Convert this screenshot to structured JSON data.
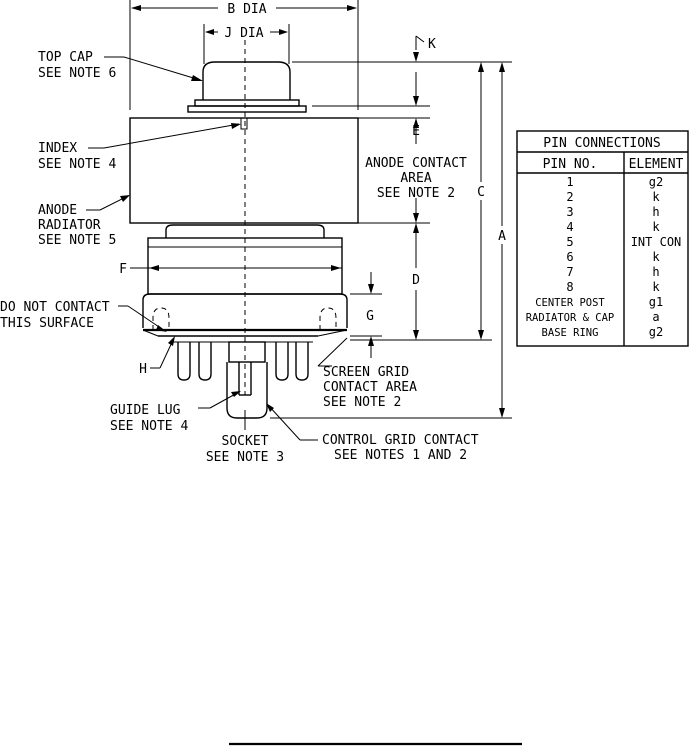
{
  "dimensions": {
    "b_dia": "B DIA",
    "j_dia": "J DIA",
    "k": "K",
    "e": "E",
    "c": "C",
    "a": "A",
    "d": "D",
    "f": "F",
    "g": "G",
    "h": "H"
  },
  "labels": {
    "top_cap": [
      "TOP CAP",
      "SEE NOTE 6"
    ],
    "index": [
      "INDEX",
      "SEE NOTE 4"
    ],
    "anode_radiator": [
      "ANODE",
      "RADIATOR",
      "SEE NOTE 5"
    ],
    "do_not_contact": [
      "DO NOT CONTACT",
      "THIS SURFACE"
    ],
    "anode_contact_area": [
      "ANODE CONTACT",
      "AREA",
      "SEE NOTE 2"
    ],
    "screen_grid": [
      "SCREEN GRID",
      "CONTACT AREA",
      "SEE NOTE 2"
    ],
    "guide_lug": [
      "GUIDE LUG",
      "SEE NOTE 4"
    ],
    "socket": [
      "SOCKET",
      "SEE NOTE 3"
    ],
    "control_grid": [
      "CONTROL GRID CONTACT",
      "SEE NOTES 1 AND 2"
    ]
  },
  "pin_table": {
    "title": "PIN CONNECTIONS",
    "headers": [
      "PIN NO.",
      "ELEMENT"
    ],
    "rows": [
      {
        "pin": "1",
        "element": "g2"
      },
      {
        "pin": "2",
        "element": "k"
      },
      {
        "pin": "3",
        "element": "h"
      },
      {
        "pin": "4",
        "element": "k"
      },
      {
        "pin": "5",
        "element": "INT CON"
      },
      {
        "pin": "6",
        "element": "k"
      },
      {
        "pin": "7",
        "element": "h"
      },
      {
        "pin": "8",
        "element": "k"
      },
      {
        "pin": "CENTER POST",
        "element": "g1"
      },
      {
        "pin": "RADIATOR & CAP",
        "element": "a"
      },
      {
        "pin": "BASE RING",
        "element": "g2"
      }
    ]
  }
}
